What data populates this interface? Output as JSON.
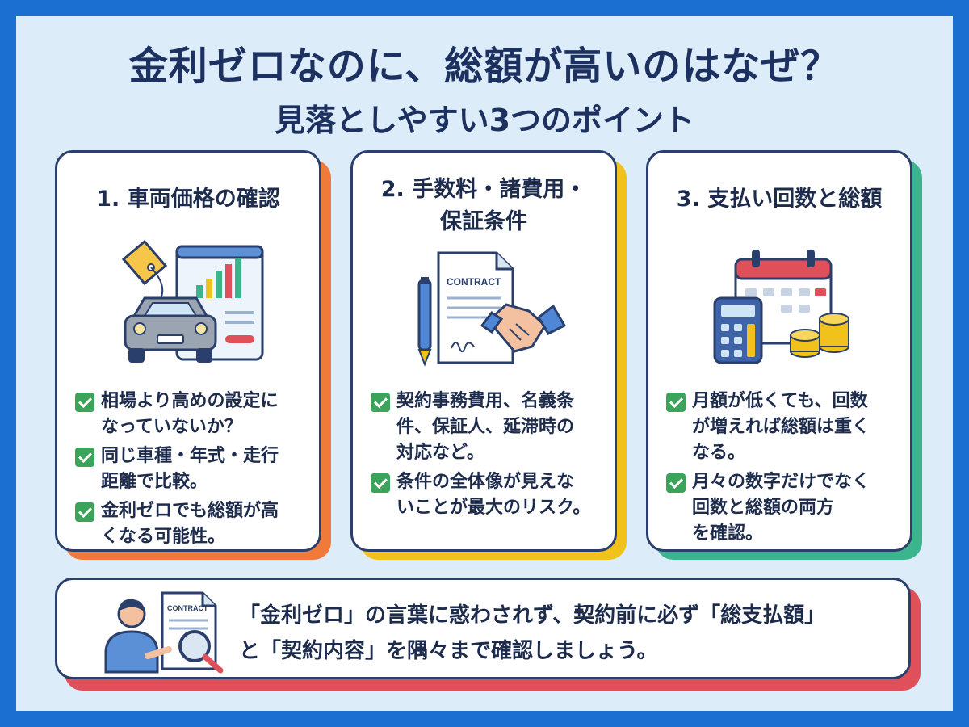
{
  "header": {
    "title": "金利ゼロなのに、総額が高いのはなぜ？",
    "subtitle": "見落としやすい3つのポイント"
  },
  "cards": [
    {
      "title_lines": [
        "1. 車両価格の確認"
      ],
      "accent": "#f07a3a",
      "points": [
        [
          "相場より高めの設定に",
          "なっていないか？"
        ],
        [
          "同じ車種・年式・走行",
          "距離で比較。"
        ],
        [
          "金利ゼロでも総額が高",
          "くなる可能性。"
        ]
      ]
    },
    {
      "title_lines": [
        "2. 手数料・諸費用・",
        "保証条件"
      ],
      "accent": "#f2c21c",
      "illustration_label": "CONTRACT",
      "points": [
        [
          "契約事務費用、名義条",
          "件、保証人、延滞時の",
          "対応など。"
        ],
        [
          "条件の全体像が見えな",
          "いことが最大のリスク。"
        ]
      ]
    },
    {
      "title_lines": [
        "3. 支払い回数と総額"
      ],
      "accent": "#3cb48c",
      "points": [
        [
          "月額が低くても、回数",
          "が増えれば総額は重く",
          "なる。"
        ],
        [
          "月々の数字だけでなく",
          "回数と総額の両方",
          "を確認。"
        ]
      ]
    }
  ],
  "bottom": {
    "accent": "#e0505a",
    "illustration_label": "CONTRACT",
    "lines": [
      "「金利ゼロ」の言葉に惑わされず、契約前に必ず「総支払額」",
      "と「契約内容」を隅々まで確認しましょう。"
    ]
  },
  "icons": [
    "price-tag-icon",
    "car-icon",
    "chart-icon",
    "contract-icon",
    "pen-icon",
    "handshake-icon",
    "calendar-icon",
    "calculator-icon",
    "coins-icon",
    "person-icon",
    "magnifier-icon",
    "check-icon"
  ]
}
